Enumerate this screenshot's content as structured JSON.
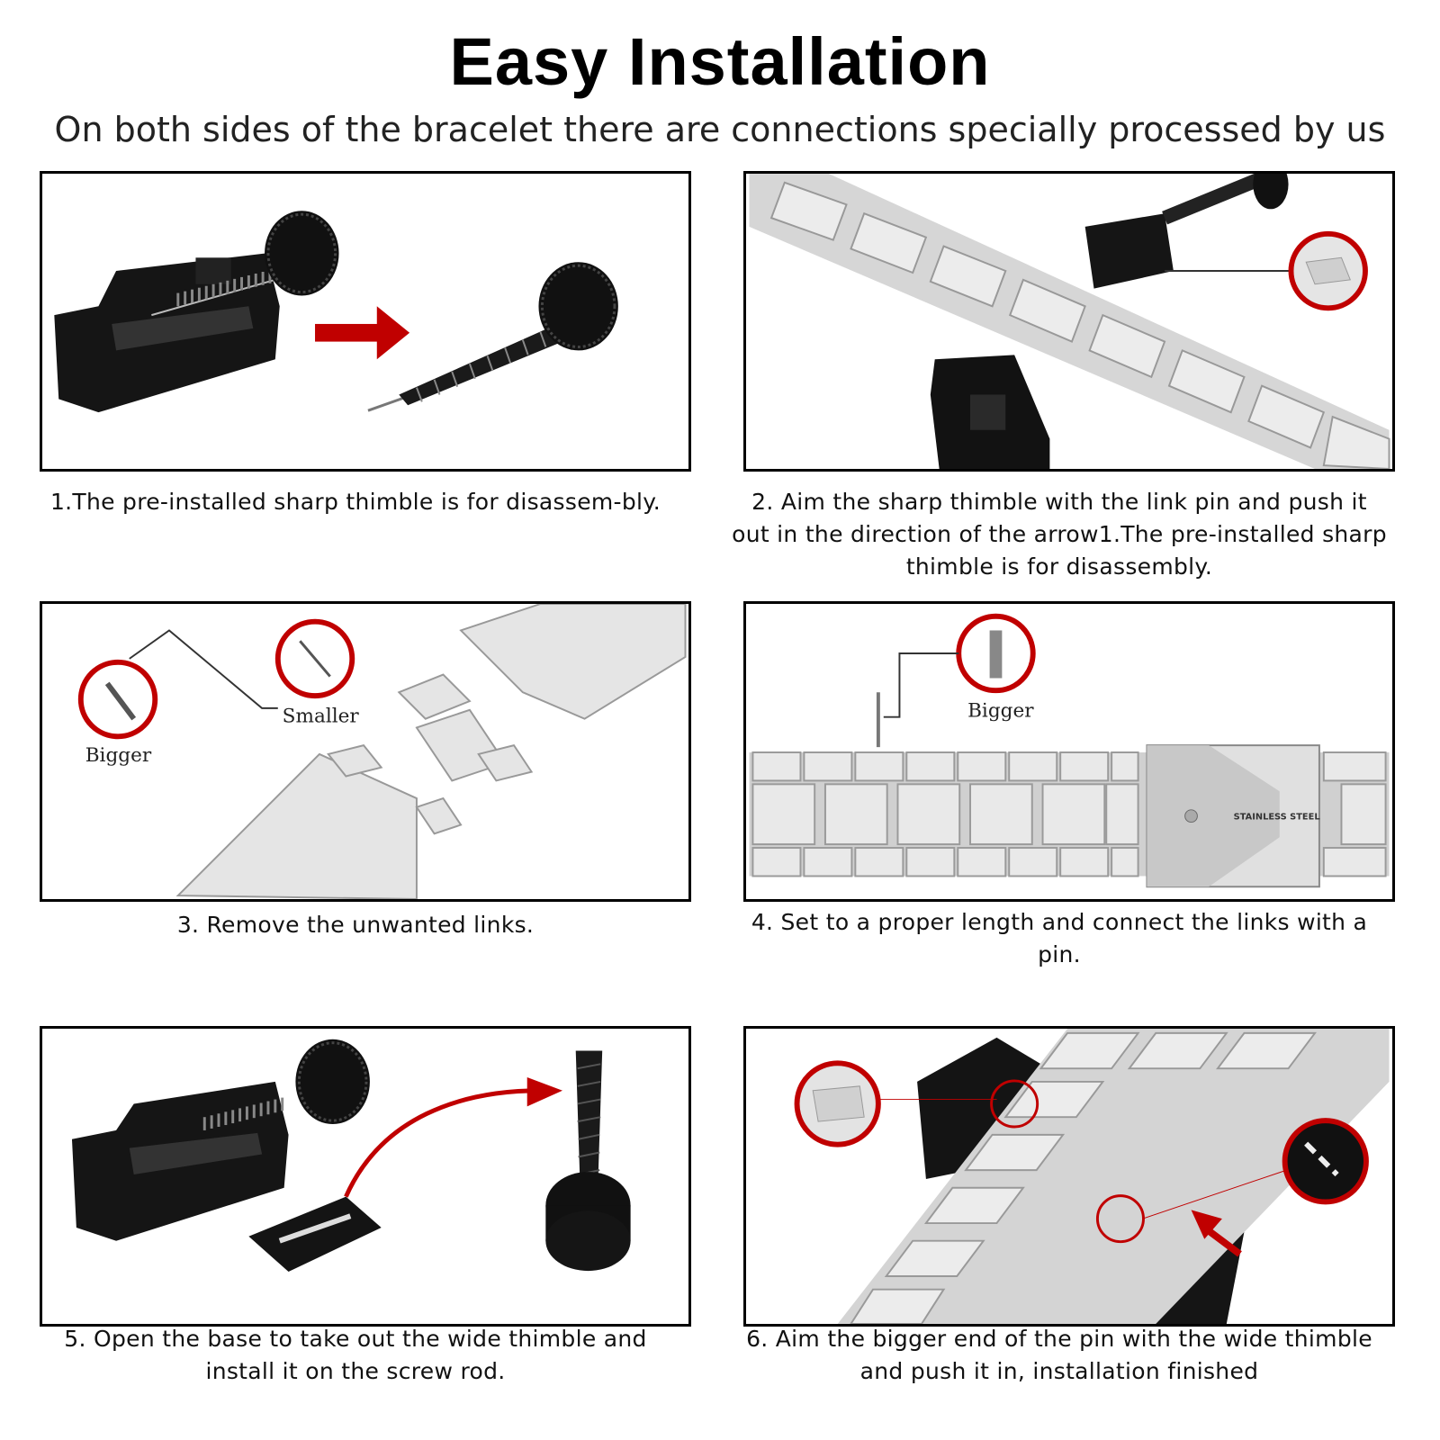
{
  "header": {
    "title": "Easy Installation",
    "subtitle": "On both sides of the bracelet there are connections specially processed by us"
  },
  "colors": {
    "accent_red": "#c00000",
    "tool_black": "#151515",
    "steel": "#d9d9d9",
    "steel_dark": "#9a9a9a"
  },
  "steps": [
    {
      "caption": "1.The pre-installed sharp thimble is for disassem-bly."
    },
    {
      "caption": "2. Aim the sharp thimble with the link pin and push it out in the direction of the arrow1.The pre-installed sharp thimble is for disassembly."
    },
    {
      "caption": "3. Remove the unwanted links.",
      "labels": {
        "bigger": "Bigger",
        "smaller": "Smaller"
      }
    },
    {
      "caption": "4. Set to a proper length and connect the links with a pin.",
      "labels": {
        "bigger": "Bigger"
      },
      "clasp_text": "STAINLESS STEEL"
    },
    {
      "caption": "5. Open the base to take out the wide thimble and install it on the screw rod."
    },
    {
      "caption": "6. Aim the bigger end of the pin with the wide thimble and push it in, installation finished"
    }
  ]
}
